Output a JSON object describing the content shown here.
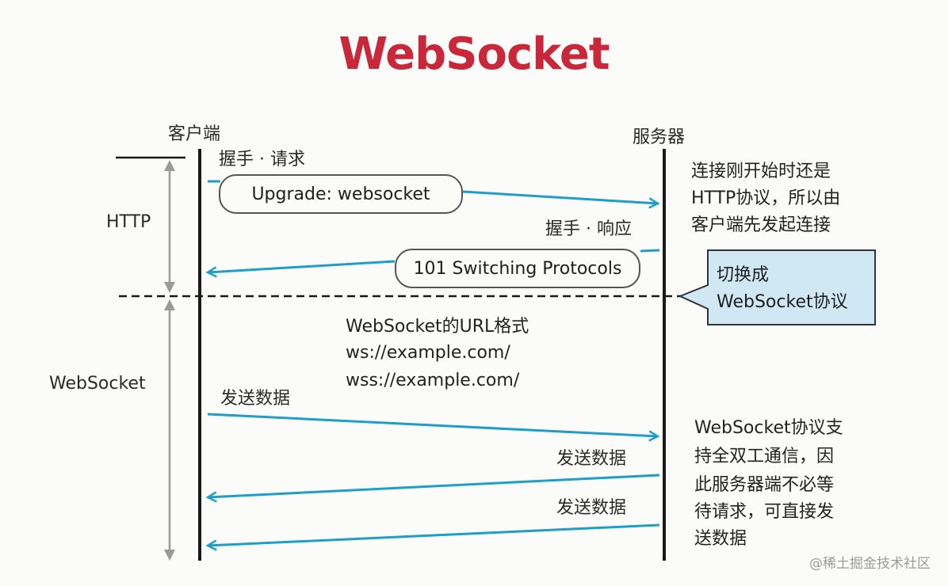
{
  "title": "WebSocket",
  "lanes": {
    "client": "客户端",
    "server": "服务器"
  },
  "phases": {
    "http": "HTTP",
    "websocket": "WebSocket"
  },
  "messages": {
    "handshake_request_label": "握手 · 请求",
    "handshake_request_box": "Upgrade: websocket",
    "handshake_response_label": "握手 · 响应",
    "handshake_response_box": "101 Switching Protocols",
    "send1": "发送数据",
    "send2": "发送数据",
    "send3": "发送数据"
  },
  "url_format": {
    "heading": "WebSocket的URL格式",
    "ws": "ws://example.com/",
    "wss": "wss://example.com/"
  },
  "notes": {
    "http_note": [
      "连接刚开始时还是",
      "HTTP协议，所以由",
      "客户端先发起连接"
    ],
    "switch_callout": [
      "切换成",
      "WebSocket协议"
    ],
    "duplex_note": [
      "WebSocket协议支",
      "持全双工通信，因",
      "此服务器端不必等",
      "待请求，可直接发",
      "送数据"
    ]
  },
  "watermark": "@稀土掘金技术社区",
  "colors": {
    "title": "#c8283a",
    "arrow": "#1e9ec8",
    "callout_bg": "#cfe8f3",
    "lifeline": "#1a1a1a",
    "scale": "#9a9a9a"
  }
}
